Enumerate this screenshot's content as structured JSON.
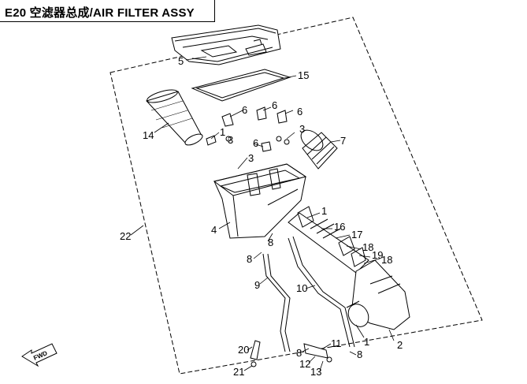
{
  "title": "E20 空滤器总成/AIR FILTER ASSY",
  "direction_label": "FWD",
  "callouts": [
    {
      "id": "c5",
      "text": "5"
    },
    {
      "id": "c15",
      "text": "15"
    },
    {
      "id": "c14",
      "text": "14"
    },
    {
      "id": "c6a",
      "text": "6"
    },
    {
      "id": "c6b",
      "text": "6"
    },
    {
      "id": "c6c",
      "text": "6"
    },
    {
      "id": "c6d",
      "text": "6"
    },
    {
      "id": "c1a",
      "text": "1"
    },
    {
      "id": "c3a",
      "text": "3"
    },
    {
      "id": "c3b",
      "text": "3"
    },
    {
      "id": "c3c",
      "text": "3"
    },
    {
      "id": "c7",
      "text": "7"
    },
    {
      "id": "c22",
      "text": "22"
    },
    {
      "id": "c4",
      "text": "4"
    },
    {
      "id": "c1b",
      "text": "1"
    },
    {
      "id": "c16",
      "text": "16"
    },
    {
      "id": "c17",
      "text": "17"
    },
    {
      "id": "c18a",
      "text": "18"
    },
    {
      "id": "c19",
      "text": "19"
    },
    {
      "id": "c18b",
      "text": "18"
    },
    {
      "id": "c8a",
      "text": "8"
    },
    {
      "id": "c8b",
      "text": "8"
    },
    {
      "id": "c9",
      "text": "9"
    },
    {
      "id": "c10",
      "text": "10"
    },
    {
      "id": "c1c",
      "text": "1"
    },
    {
      "id": "c2",
      "text": "2"
    },
    {
      "id": "c20",
      "text": "20"
    },
    {
      "id": "c21",
      "text": "21"
    },
    {
      "id": "c8c",
      "text": "8"
    },
    {
      "id": "c11",
      "text": "11"
    },
    {
      "id": "c8d",
      "text": "8"
    },
    {
      "id": "c12",
      "text": "12"
    },
    {
      "id": "c13",
      "text": "13"
    }
  ]
}
